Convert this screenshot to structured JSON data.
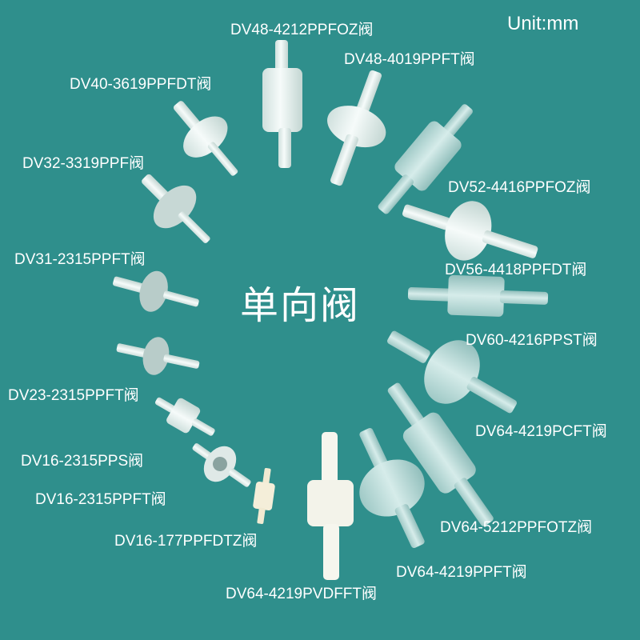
{
  "unit_label": "Unit:mm",
  "center_title": "单向阀",
  "valves": [
    {
      "model": "DV48-4212PPFOZ阀"
    },
    {
      "model": "DV48-4019PPFT阀"
    },
    {
      "model": "DV40-3619PPFDT阀"
    },
    {
      "model": "DV32-3319PPF阀"
    },
    {
      "model": "DV52-4416PPFOZ阀"
    },
    {
      "model": "DV56-4418PPFDT阀"
    },
    {
      "model": "DV31-2315PPFT阀"
    },
    {
      "model": "DV60-4216PPST阀"
    },
    {
      "model": "DV23-2315PPFT阀"
    },
    {
      "model": "DV64-4219PCFT阀"
    },
    {
      "model": "DV16-2315PPS阀"
    },
    {
      "model": "DV16-2315PPFT阀"
    },
    {
      "model": "DV64-5212PPFOTZ阀"
    },
    {
      "model": "DV16-177PPFDTZ阀"
    },
    {
      "model": "DV64-4219PPFT阀"
    },
    {
      "model": "DV64-4219PVDFFT阀"
    }
  ],
  "colors": {
    "background": "#2f8f8c",
    "label_text": "#ffffff",
    "valve_body": "#e8f0ee"
  }
}
